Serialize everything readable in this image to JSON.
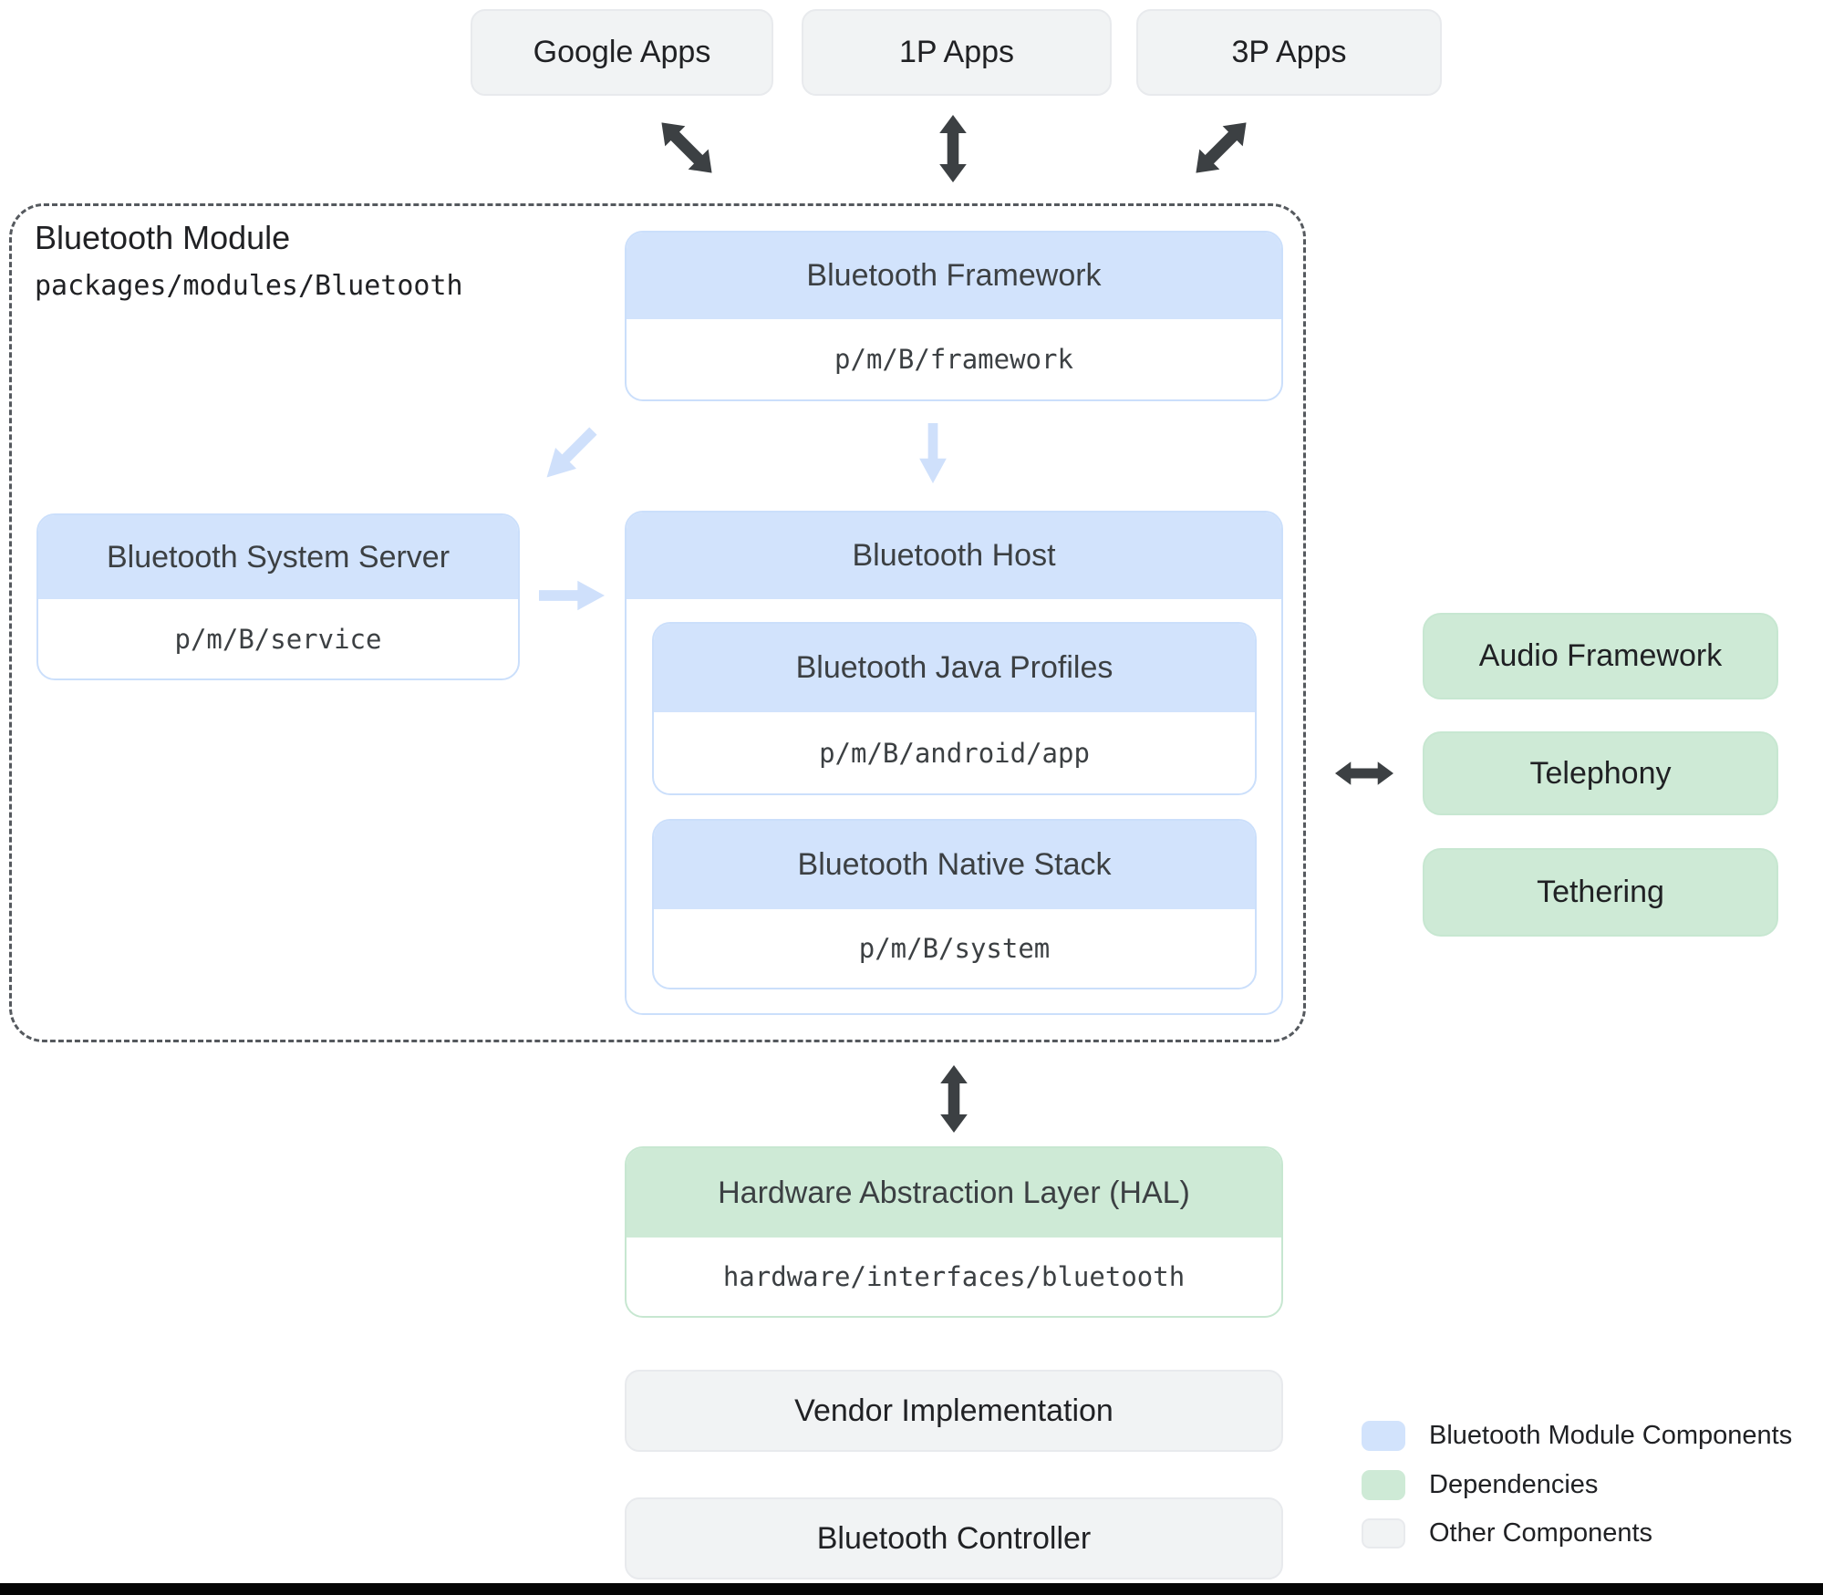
{
  "palette": {
    "module_fill": "#d2e3fc",
    "dependency_fill": "#ceead6",
    "other_fill": "#f1f3f4",
    "arrow_dark": "#3c4043",
    "arrow_light": "#cfe0fb"
  },
  "top_apps": [
    {
      "label": "Google Apps"
    },
    {
      "label": "1P Apps"
    },
    {
      "label": "3P Apps"
    }
  ],
  "module": {
    "title": "Bluetooth Module",
    "path": "packages/modules/Bluetooth",
    "framework": {
      "title": "Bluetooth Framework",
      "path": "p/m/B/framework"
    },
    "system_server": {
      "title": "Bluetooth System Server",
      "path": "p/m/B/service"
    },
    "host": {
      "title": "Bluetooth Host",
      "children": [
        {
          "title": "Bluetooth Java Profiles",
          "path": "p/m/B/android/app"
        },
        {
          "title": "Bluetooth Native Stack",
          "path": "p/m/B/system"
        }
      ]
    }
  },
  "dependencies": [
    {
      "label": "Audio Framework"
    },
    {
      "label": "Telephony"
    },
    {
      "label": "Tethering"
    }
  ],
  "hal": {
    "title": "Hardware Abstraction Layer (HAL)",
    "path": "hardware/interfaces/bluetooth"
  },
  "other_components": [
    {
      "label": "Vendor Implementation"
    },
    {
      "label": "Bluetooth Controller"
    }
  ],
  "legend": [
    {
      "label": "Bluetooth Module Components",
      "color": "#d2e3fc"
    },
    {
      "label": "Dependencies",
      "color": "#ceead6"
    },
    {
      "label": "Other Components",
      "color": "#f1f3f4"
    }
  ]
}
